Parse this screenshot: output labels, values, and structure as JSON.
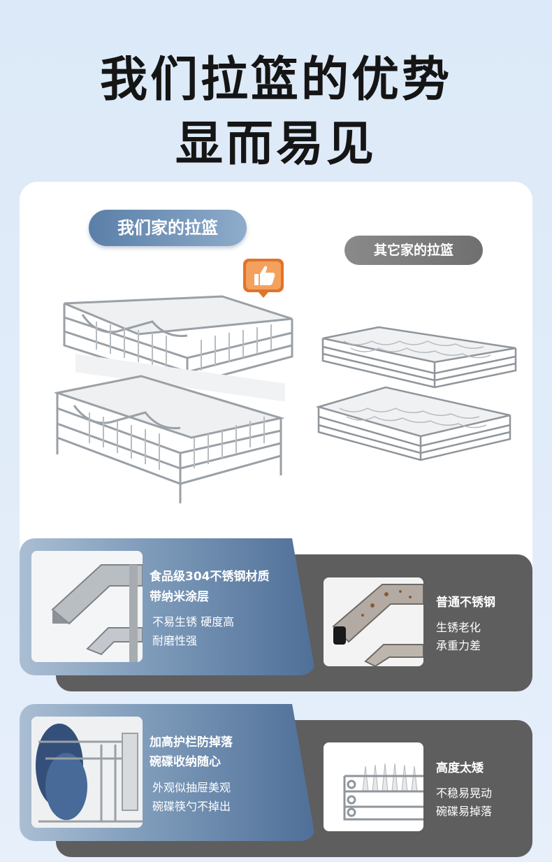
{
  "headline": {
    "line1": "我们拉篮的优势",
    "line2": "显而易见"
  },
  "compare": {
    "ours_label": "我们家的拉篮",
    "others_label": "其它家的拉篮"
  },
  "rows": [
    {
      "ours": {
        "title_1": "食品级304不锈钢材质",
        "title_2": "带纳米涂层",
        "desc_1": "不易生锈 硬度高",
        "desc_2": "耐磨性强"
      },
      "theirs": {
        "title": "普通不锈钢",
        "desc_1": "生锈老化",
        "desc_2": "承重力差"
      }
    },
    {
      "ours": {
        "title_1": "加高护栏防掉落",
        "title_2": "碗碟收纳随心",
        "desc_1": "外观似抽屉美观",
        "desc_2": "碗碟筷勺不掉出"
      },
      "theirs": {
        "title": "高度太矮",
        "desc_1": "不稳易晃动",
        "desc_2": "碗碟易掉落"
      }
    }
  ],
  "colors": {
    "ours_blue": "#5a7fa8",
    "theirs_gray": "#5e5e5e",
    "thumb_orange": "#e0742a"
  }
}
